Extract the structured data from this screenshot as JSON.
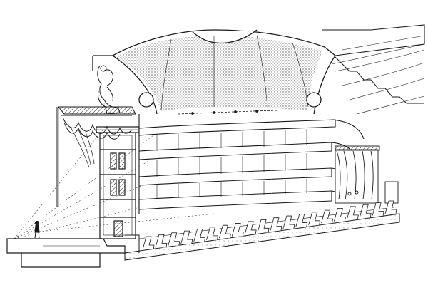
{
  "drawing": {
    "ink_color": "#1a1a1a",
    "paper_color": "#ffffff",
    "hatch_color": "#333333",
    "parts": [
      "dome-ceiling",
      "proscenium-tower",
      "stage-curtain",
      "balcony-tiers",
      "stalls-seating",
      "stage-floor",
      "performer-figure",
      "sightlines",
      "upper-gallery-stairs",
      "side-box-curtain",
      "chandelier-garland",
      "sculpture-ornament"
    ],
    "text": []
  }
}
